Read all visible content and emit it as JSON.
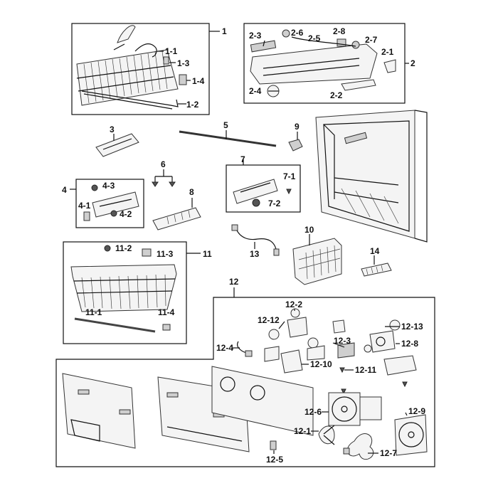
{
  "labels": {
    "l1": "1",
    "l1_1": "1-1",
    "l1_2": "1-2",
    "l1_3": "1-3",
    "l1_4": "1-4",
    "l2": "2",
    "l2_1": "2-1",
    "l2_2": "2-2",
    "l2_3": "2-3",
    "l2_4": "2-4",
    "l2_5": "2-5",
    "l2_6": "2-6",
    "l2_7": "2-7",
    "l2_8": "2-8",
    "l3": "3",
    "l4": "4",
    "l4_1": "4-1",
    "l4_2": "4-2",
    "l4_3": "4-3",
    "l5": "5",
    "l6": "6",
    "l7": "7",
    "l7_1": "7-1",
    "l7_2": "7-2",
    "l8": "8",
    "l9": "9",
    "l10": "10",
    "l11": "11",
    "l11_1": "11-1",
    "l11_2": "11-2",
    "l11_3": "11-3",
    "l11_4": "11-4",
    "l12": "12",
    "l12_1": "12-1",
    "l12_2": "12-2",
    "l12_3": "12-3",
    "l12_4": "12-4",
    "l12_5": "12-5",
    "l12_6": "12-6",
    "l12_7": "12-7",
    "l12_8": "12-8",
    "l12_9": "12-9",
    "l12_10": "12-10",
    "l12_11": "12-11",
    "l12_12": "12-12",
    "l12_13": "12-13",
    "l13": "13",
    "l14": "14"
  }
}
